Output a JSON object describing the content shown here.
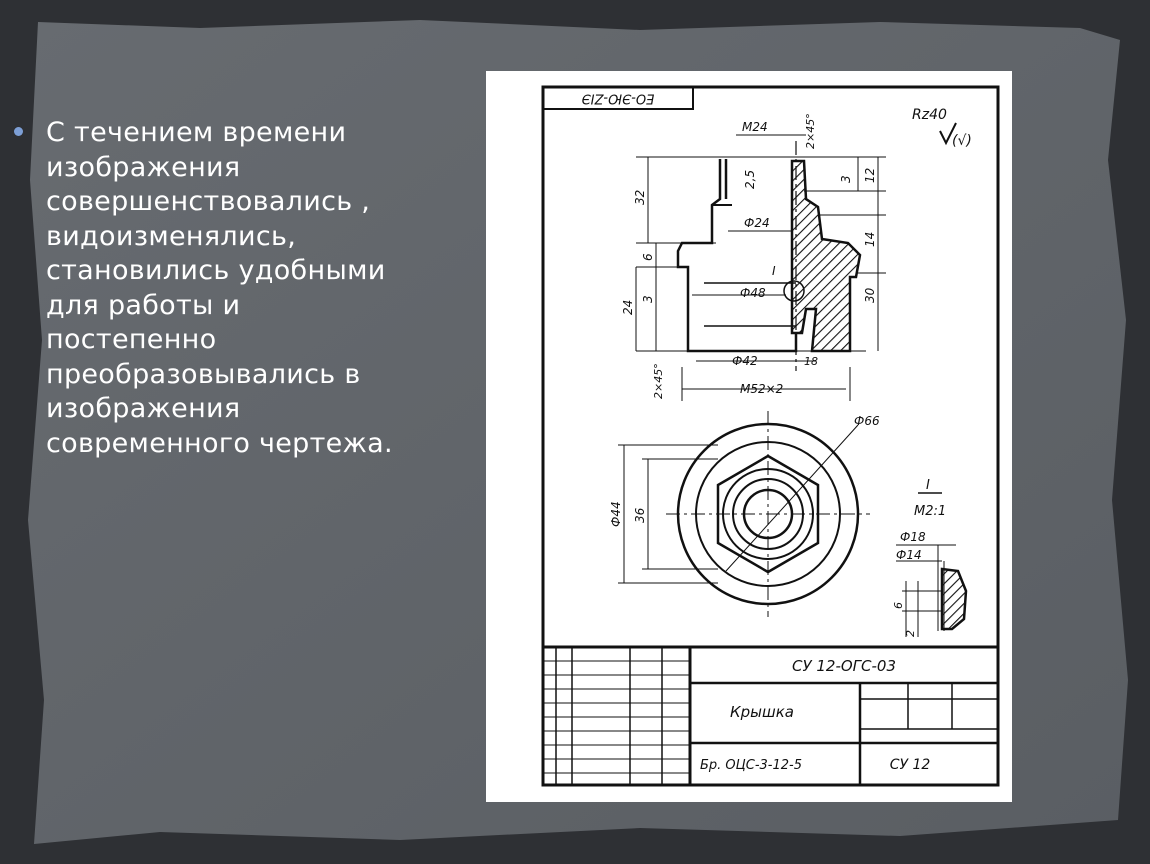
{
  "slide": {
    "bullet_lines": [
      "С течением времени",
      "изображения",
      "совершенствовались ,",
      "видоизменялись,",
      "становились удобными",
      "для работы и",
      "постепенно",
      "преобразовывались  в",
      "изображения",
      "современного чертежа."
    ],
    "colors": {
      "frame": "#2e3034",
      "panel": "#5f6368",
      "text": "#ffffff",
      "bullet": "#7d9fd6"
    }
  },
  "drawing": {
    "corner_stamp": "ЕО-ЭЮ-ZIЭ",
    "roughness": "Rz40",
    "roughness_sub": "(√)",
    "dims": {
      "m24": "M24",
      "chamfer_top": "2×45°",
      "d25": "2,5",
      "d3": "3",
      "d12": "12",
      "d32": "32",
      "phi24": "Ф24",
      "d14": "14",
      "d6": "6",
      "d30": "30",
      "d24": "24",
      "d3b": "3",
      "phi48": "Ф48",
      "phi42": "Ф42",
      "d18": "18",
      "chamfer_bottom": "2×45°",
      "m52": "M52×2",
      "phi66": "Ф66",
      "phi44": "Ф44",
      "d36": "36",
      "detail_label": "I",
      "detail_scale": "M2:1",
      "phi18": "Ф18",
      "phi14": "Ф14",
      "d6b": "6",
      "d2": "2",
      "section_mark": "I"
    },
    "title_block": {
      "code": "СУ 12-ОГС-03",
      "name": "Крышка",
      "material": "Бр. ОЦС-3-12-5",
      "org": "СУ 12"
    }
  }
}
